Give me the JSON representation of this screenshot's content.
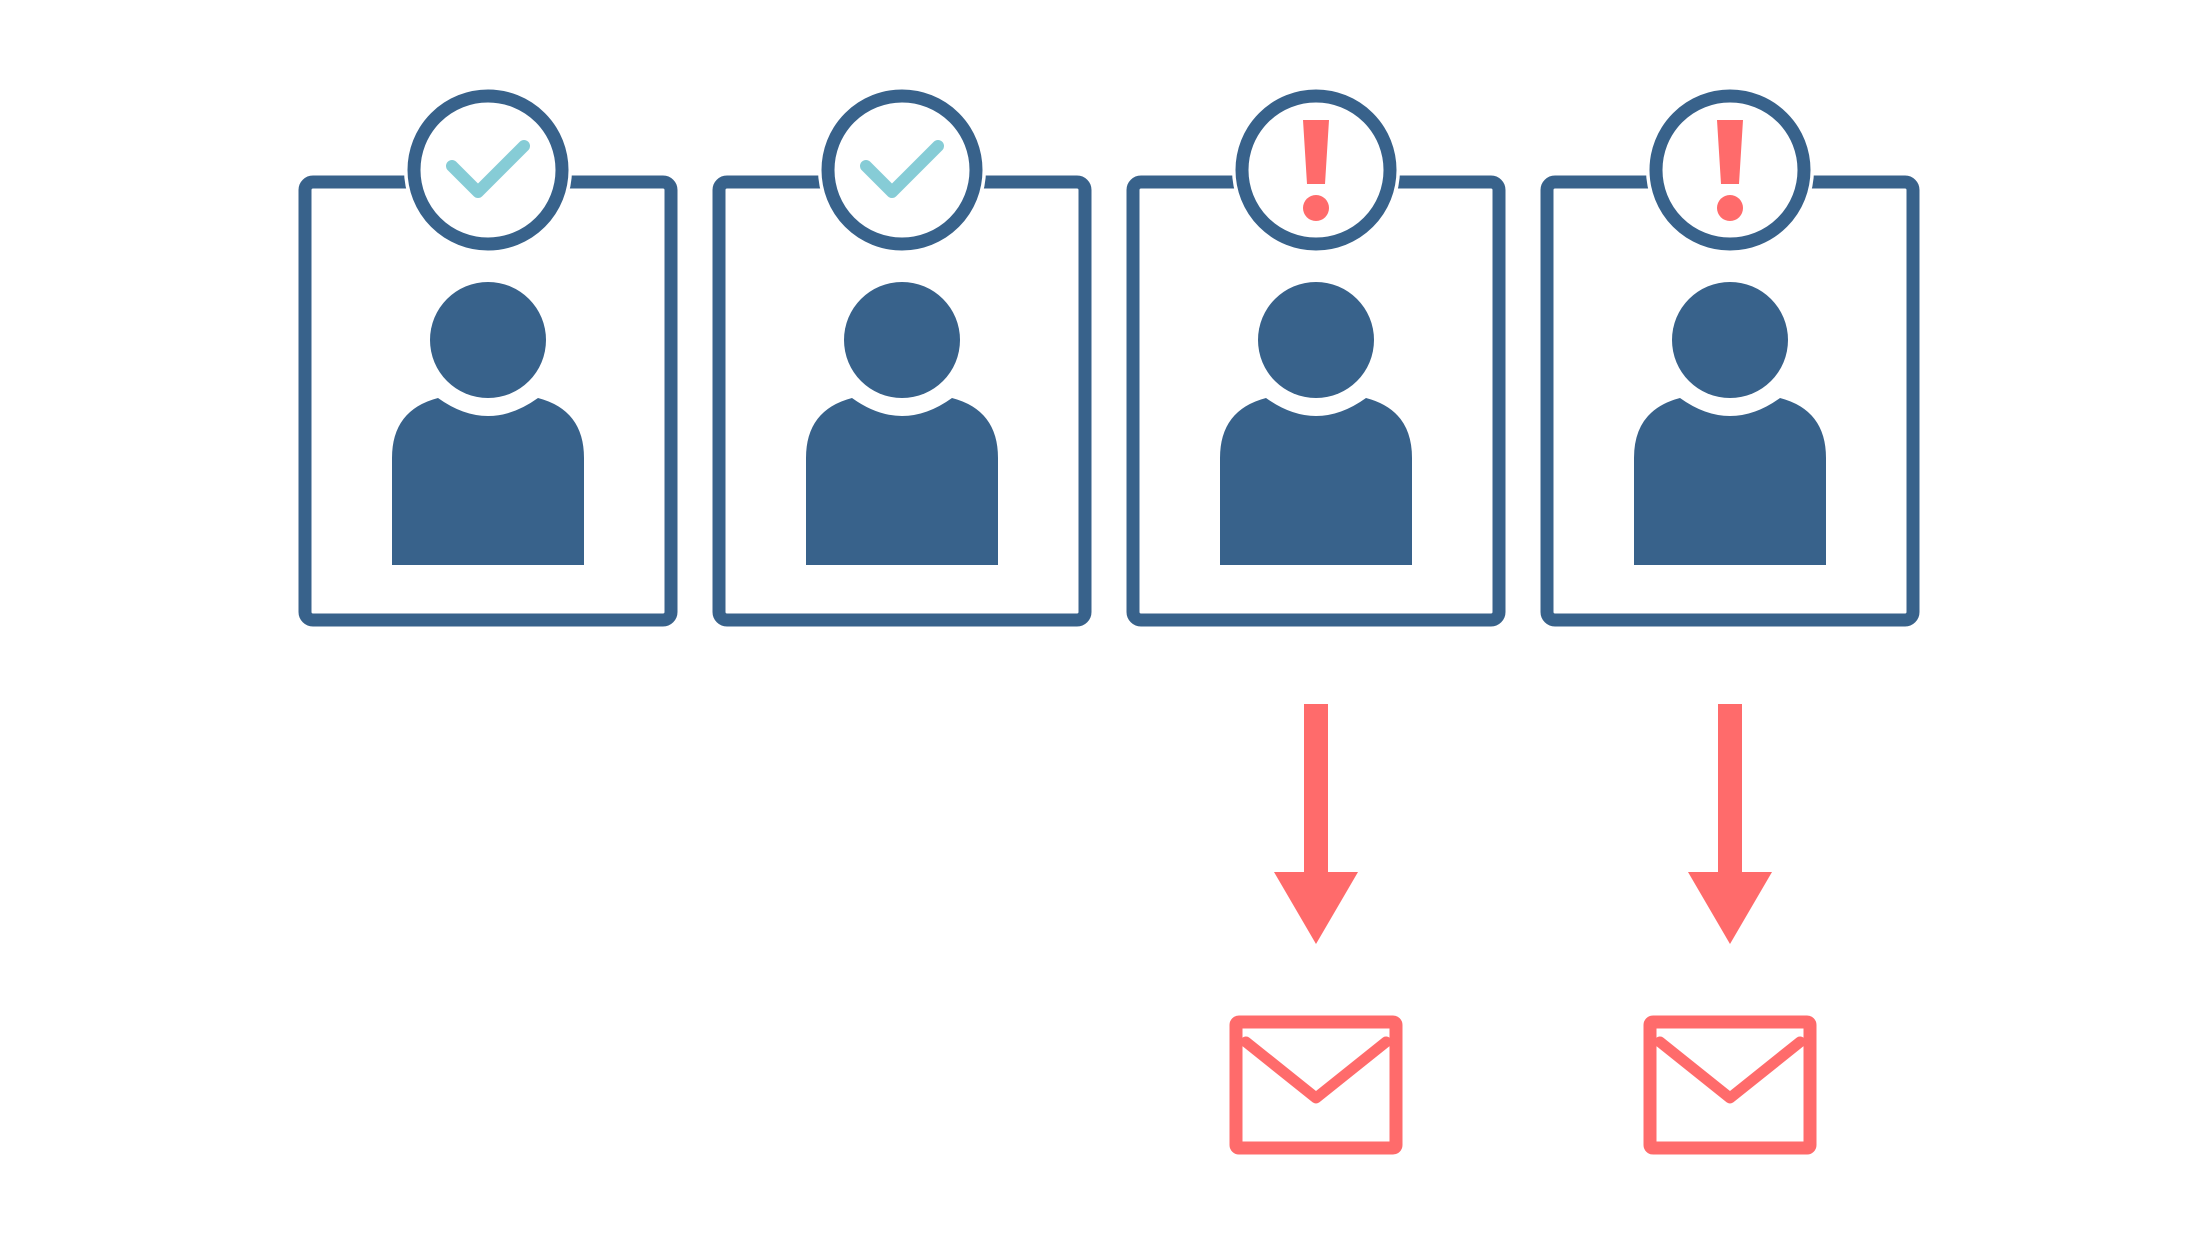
{
  "colors": {
    "background": "#ffffff",
    "profile_blue": "#38628b",
    "check_teal": "#86ccd6",
    "alert_red": "#ff6b6b"
  },
  "profiles": [
    {
      "person_icon": "person-icon",
      "badge": "check-icon",
      "status": "ok"
    },
    {
      "person_icon": "person-icon",
      "badge": "check-icon",
      "status": "ok"
    },
    {
      "person_icon": "person-icon",
      "badge": "exclamation-icon",
      "status": "alert",
      "arrow_icon": "arrow-down-icon",
      "notification_icon": "envelope-icon"
    },
    {
      "person_icon": "person-icon",
      "badge": "exclamation-icon",
      "status": "alert",
      "arrow_icon": "arrow-down-icon",
      "notification_icon": "envelope-icon"
    }
  ]
}
